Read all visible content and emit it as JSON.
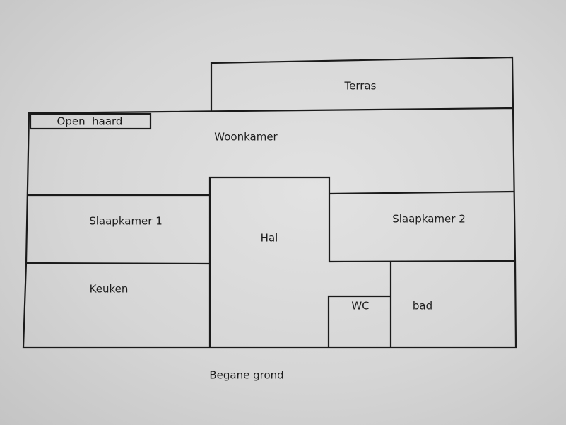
{
  "floorplan": {
    "rooms": {
      "terras": "Terras",
      "open_haard": "Open  haard",
      "woonkamer": "Woonkamer",
      "slaapkamer1": "Slaapkamer 1",
      "slaapkamer2": "Slaapkamer 2",
      "hal": "Hal",
      "keuken": "Keuken",
      "wc": "WC",
      "bad": "bad"
    },
    "caption": "Begane grond"
  }
}
